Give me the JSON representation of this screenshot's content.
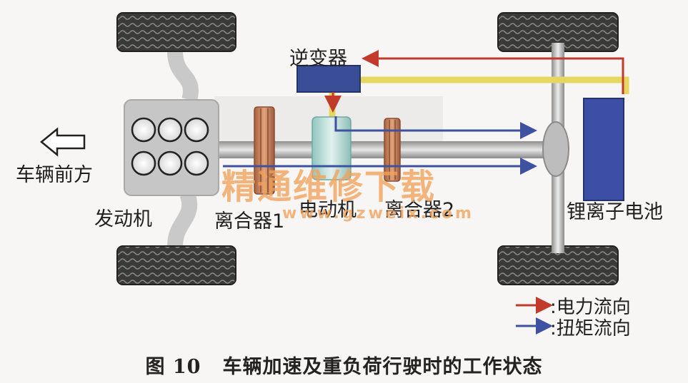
{
  "labels": {
    "inverter": "逆变器",
    "forward": "车辆前方",
    "engine": "发动机",
    "clutch1": "离合器1",
    "motor": "电动机",
    "clutch2": "离合器2",
    "battery": "锂离子电池"
  },
  "legend": {
    "power": ":电力流向",
    "torque": ":扭矩流向"
  },
  "caption": {
    "figure": "图 10",
    "text": "车辆加速及重负荷行驶时的工作状态"
  },
  "watermark": {
    "cn": "精通维修下载",
    "url": "www.gzweix.com"
  },
  "colors": {
    "power_flow": "#c23a2c",
    "torque_flow": "#3f52a2",
    "hv_wire": "#e6d760",
    "inverter": "#3a4e98",
    "battery": "#3c4ea6",
    "clutch": "#c87c55"
  }
}
